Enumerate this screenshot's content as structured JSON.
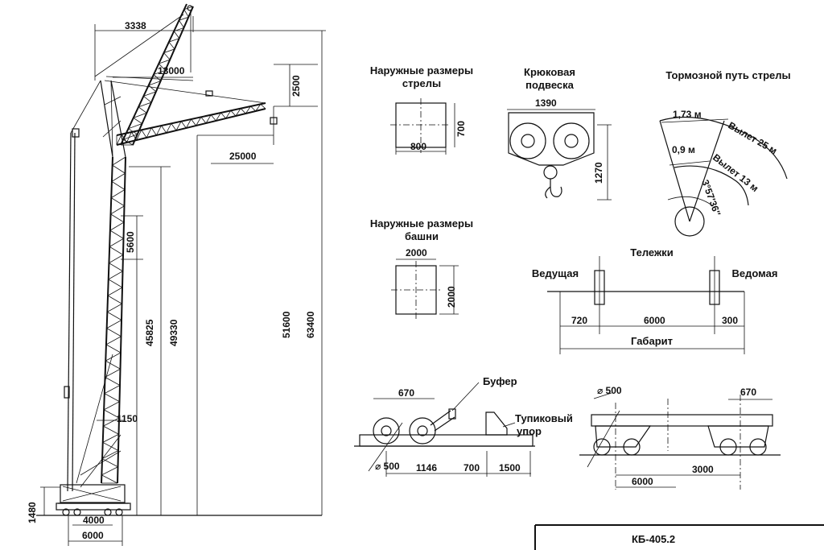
{
  "crane": {
    "dims": {
      "d3338": "3338",
      "d13000": "13000",
      "d2500": "2500",
      "d25000": "25000",
      "d5600": "5600",
      "d45825": "45825",
      "d49330": "49330",
      "d51600": "51600",
      "d63400": "63400",
      "d1150": "1150",
      "d1480": "1480",
      "d4000": "4000",
      "d6000": "6000"
    }
  },
  "boom_section": {
    "title_line1": "Наружные размеры",
    "title_line2": "стрелы",
    "width": "800",
    "height": "700"
  },
  "hook": {
    "title_line1": "Крюковая",
    "title_line2": "подвеска",
    "width": "1390",
    "height": "1270"
  },
  "braking": {
    "title": "Тормозной путь стрелы",
    "d1": "1,73 м",
    "d2": "0,9 м",
    "reach1": "Вылет 25 м",
    "reach2": "Вылет 13 м",
    "angle": "3°57′36″"
  },
  "tower_section": {
    "title_line1": "Наружные размеры",
    "title_line2": "башни",
    "width": "2000",
    "height": "2000"
  },
  "bogies": {
    "title": "Тележки",
    "left": "Ведущая",
    "right": "Ведомая",
    "d720": "720",
    "d6000": "6000",
    "d300": "300",
    "overall": "Габарит"
  },
  "buffer_view": {
    "buffer": "Буфер",
    "stop_line1": "Тупиковый",
    "stop_line2": "упор",
    "d670": "670",
    "dia": "⌀ 500",
    "d1146": "1146",
    "d700": "700",
    "d1500": "1500"
  },
  "chassis_view": {
    "dia": "⌀ 500",
    "d670": "670",
    "d6000": "6000",
    "d3000": "3000"
  },
  "title_block": {
    "model": "КБ-405.2"
  }
}
